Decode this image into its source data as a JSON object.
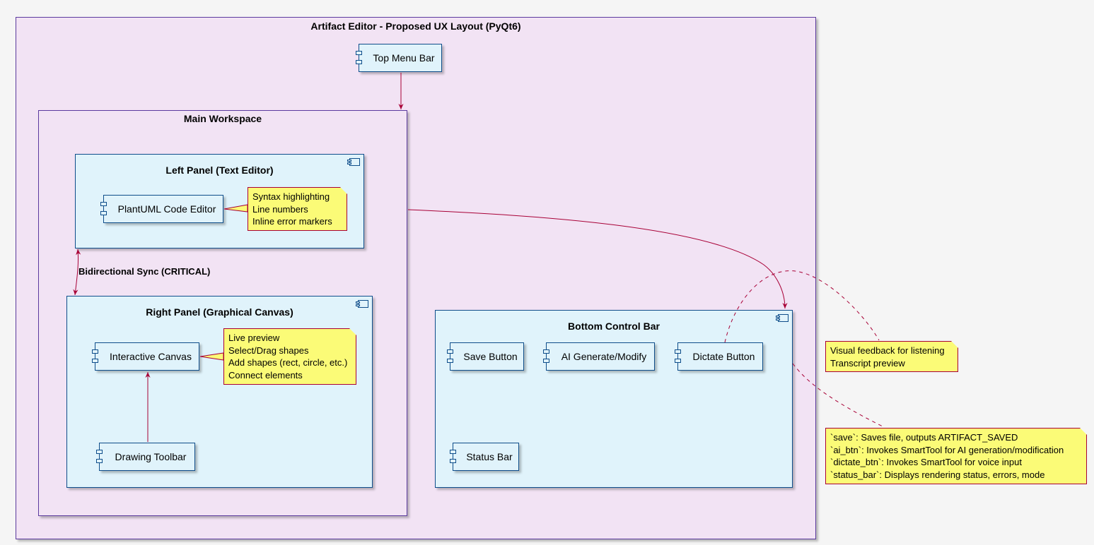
{
  "diagram": {
    "frame_title": "Artifact Editor - Proposed UX Layout (PyQt6)",
    "top_menu": "Top Menu Bar",
    "main_workspace": "Main Workspace",
    "left_panel": {
      "title": "Left Panel (Text Editor)",
      "editor": "PlantUML Code Editor",
      "note": [
        "Syntax highlighting",
        "Line numbers",
        "Inline error markers"
      ]
    },
    "sync_label": "Bidirectional Sync (CRITICAL)",
    "right_panel": {
      "title": "Right Panel (Graphical Canvas)",
      "canvas": "Interactive Canvas",
      "toolbar": "Drawing Toolbar",
      "note": [
        "Live preview",
        "Select/Drag shapes",
        "Add shapes (rect, circle, etc.)",
        "Connect elements"
      ]
    },
    "bottom_bar": {
      "title": "Bottom Control Bar",
      "save": "Save Button",
      "ai": "AI Generate/Modify",
      "dictate": "Dictate Button",
      "status": "Status Bar"
    },
    "dictate_note": [
      "Visual feedback for listening",
      "Transcript preview"
    ],
    "bottom_note": [
      "`save`: Saves file, outputs ARTIFACT_SAVED",
      "`ai_btn`: Invokes SmartTool for AI generation/modification",
      "`dictate_btn`: Invokes SmartTool for voice input",
      "`status_bar`: Displays rendering status, errors, mode"
    ]
  },
  "colors": {
    "frame_fill": "#f2e3f4",
    "frame_border": "#5b3a9e",
    "component_fill": "#e0f3fb",
    "component_border": "#0e4d8a",
    "note_fill": "#fbfb77",
    "arrow": "#a80036"
  }
}
